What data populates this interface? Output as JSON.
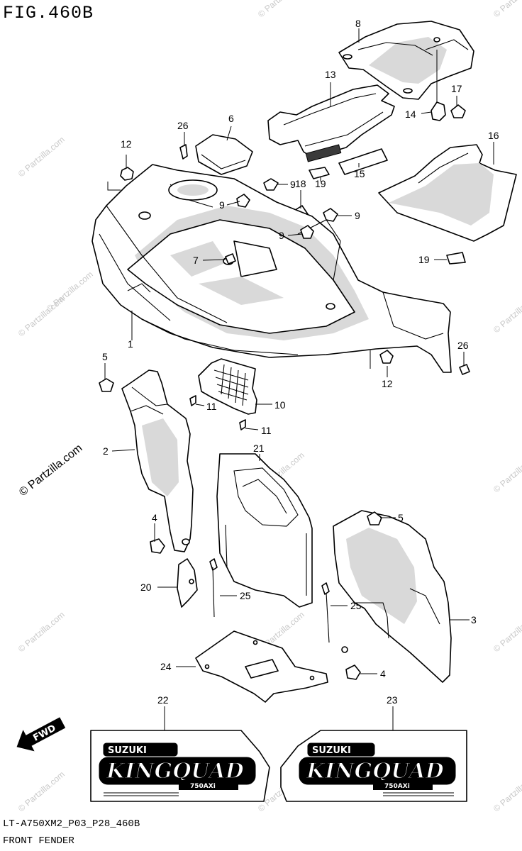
{
  "figure": {
    "title": "FIG.460B",
    "code": "LT-A750XM2_P03_P28_460B",
    "name": "FRONT FENDER"
  },
  "watermarks": {
    "small": "© Partzilla.com",
    "large": "© Partzilla.com"
  },
  "decals": {
    "brand": "SUZUKI",
    "model": "KINGQUAD",
    "sub": "750AXi"
  },
  "fwd_label": "FWD",
  "callouts": [
    {
      "id": "c1",
      "label": "1"
    },
    {
      "id": "c2",
      "label": "2"
    },
    {
      "id": "c3",
      "label": "3"
    },
    {
      "id": "c4a",
      "label": "4"
    },
    {
      "id": "c4b",
      "label": "4"
    },
    {
      "id": "c5a",
      "label": "5"
    },
    {
      "id": "c5b",
      "label": "5"
    },
    {
      "id": "c6",
      "label": "6"
    },
    {
      "id": "c7",
      "label": "7"
    },
    {
      "id": "c8",
      "label": "8"
    },
    {
      "id": "c9a",
      "label": "9"
    },
    {
      "id": "c9b",
      "label": "9"
    },
    {
      "id": "c9c",
      "label": "9"
    },
    {
      "id": "c9d",
      "label": "9"
    },
    {
      "id": "c10",
      "label": "10"
    },
    {
      "id": "c11a",
      "label": "11"
    },
    {
      "id": "c11b",
      "label": "11"
    },
    {
      "id": "c12a",
      "label": "12"
    },
    {
      "id": "c12b",
      "label": "12"
    },
    {
      "id": "c13",
      "label": "13"
    },
    {
      "id": "c14",
      "label": "14"
    },
    {
      "id": "c15",
      "label": "15"
    },
    {
      "id": "c16",
      "label": "16"
    },
    {
      "id": "c17",
      "label": "17"
    },
    {
      "id": "c18",
      "label": "18"
    },
    {
      "id": "c19a",
      "label": "19"
    },
    {
      "id": "c19b",
      "label": "19"
    },
    {
      "id": "c20",
      "label": "20"
    },
    {
      "id": "c21",
      "label": "21"
    },
    {
      "id": "c22",
      "label": "22"
    },
    {
      "id": "c23",
      "label": "23"
    },
    {
      "id": "c24",
      "label": "24"
    },
    {
      "id": "c25a",
      "label": "25"
    },
    {
      "id": "c25b",
      "label": "25"
    },
    {
      "id": "c26a",
      "label": "26"
    },
    {
      "id": "c26b",
      "label": "26"
    }
  ]
}
